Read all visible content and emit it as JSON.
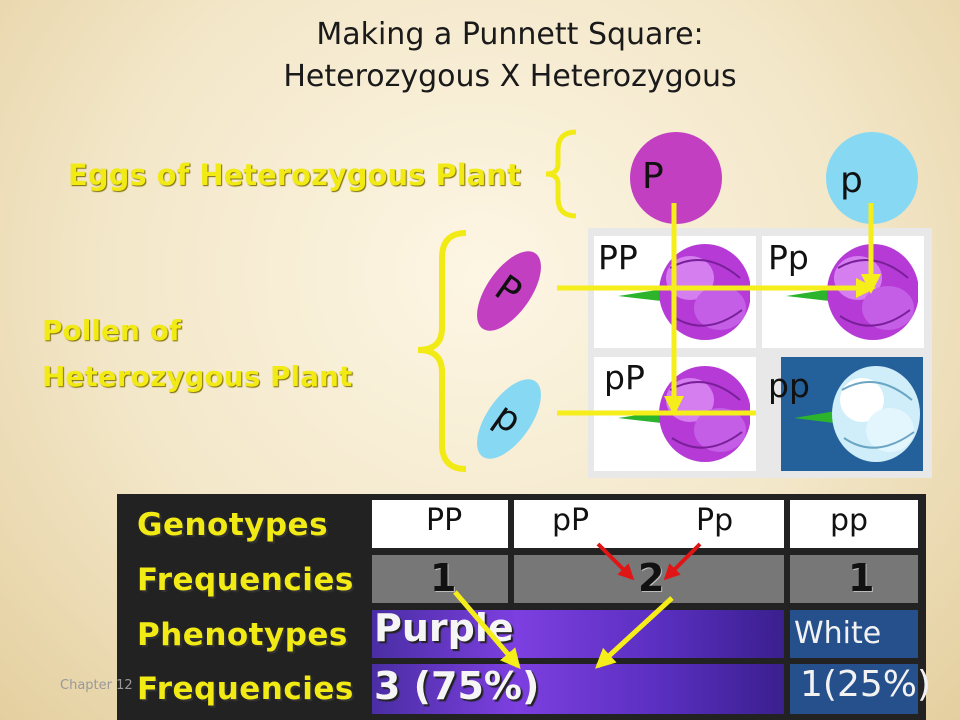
{
  "title": {
    "line1": "Making a Punnett Square:",
    "line2": "Heterozygous X Heterozygous"
  },
  "eggs_label": "Eggs of Heterozygous Plant",
  "pollen_label": {
    "line1": "Pollen of",
    "line2": "Heterozygous Plant"
  },
  "eggs": [
    "P",
    "p"
  ],
  "pollen": [
    "P",
    "p"
  ],
  "punnett": {
    "top_left": "PP",
    "top_right": "Pp",
    "bottom_left": "pP",
    "bottom_right": "pp"
  },
  "table": {
    "row_labels": [
      "Genotypes",
      "Frequencies",
      "Phenotypes",
      "Frequencies"
    ],
    "genotypes": [
      "PP",
      "pP",
      "Pp",
      "pp"
    ],
    "genotype_frequencies": [
      "1",
      "2",
      "1"
    ],
    "phenotypes": [
      "Purple",
      "White"
    ],
    "phenotype_frequencies": [
      "3 (75%)",
      "1(25%)"
    ]
  },
  "footer": "Chapter 12",
  "colors": {
    "purple_allele": "#c23fc2",
    "white_allele": "#86d8f3",
    "label_yellow": "#f2ea14",
    "purple_flower": "#b63bd6",
    "white_flower": "#cfeef9"
  }
}
